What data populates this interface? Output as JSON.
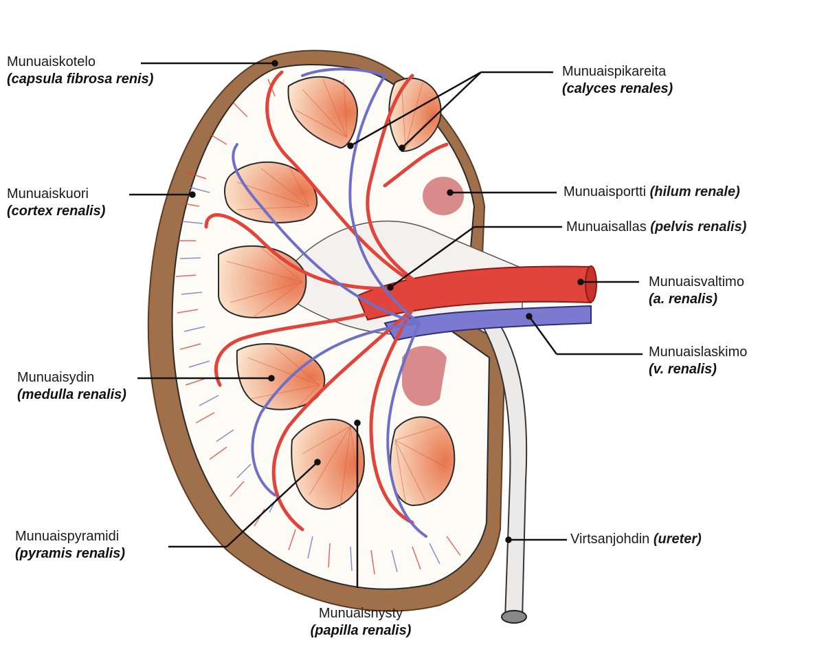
{
  "labels": {
    "capsule": {
      "name": "Munuaiskotelo",
      "latin": "(capsula fibrosa renis)"
    },
    "calyces": {
      "name": "Munuaispikareita",
      "latin": "(calyces renales)"
    },
    "cortex": {
      "name": "Munuaiskuori",
      "latin": "(cortex renalis)"
    },
    "hilum": {
      "name": "Munuaisportti",
      "latin": "(hilum renale)"
    },
    "pelvis": {
      "name": "Munuaisallas",
      "latin": "(pelvis renalis)"
    },
    "artery": {
      "name": "Munuaisvaltimo",
      "latin": "(a. renalis)"
    },
    "vein": {
      "name": "Munuaislaskimo",
      "latin": "(v. renalis)"
    },
    "medulla": {
      "name": "Munuaisydin",
      "latin": "(medulla renalis)"
    },
    "pyramid": {
      "name": "Munuaispyramidi",
      "latin": "(pyramis renalis)"
    },
    "ureter": {
      "name": "Virtsanjohdin",
      "latin": "(ureter)"
    },
    "papilla": {
      "name": "Munuaisnysty",
      "latin": "(papilla renalis)"
    }
  },
  "colors": {
    "capsule": "#a0704a",
    "cortex": "#fdfbf5",
    "pyramid": "#f2b48a",
    "artery": "#e0443a",
    "vein": "#6f6fc8",
    "pelvis": "#f3f0ee",
    "hilum": "#d98a8a"
  }
}
